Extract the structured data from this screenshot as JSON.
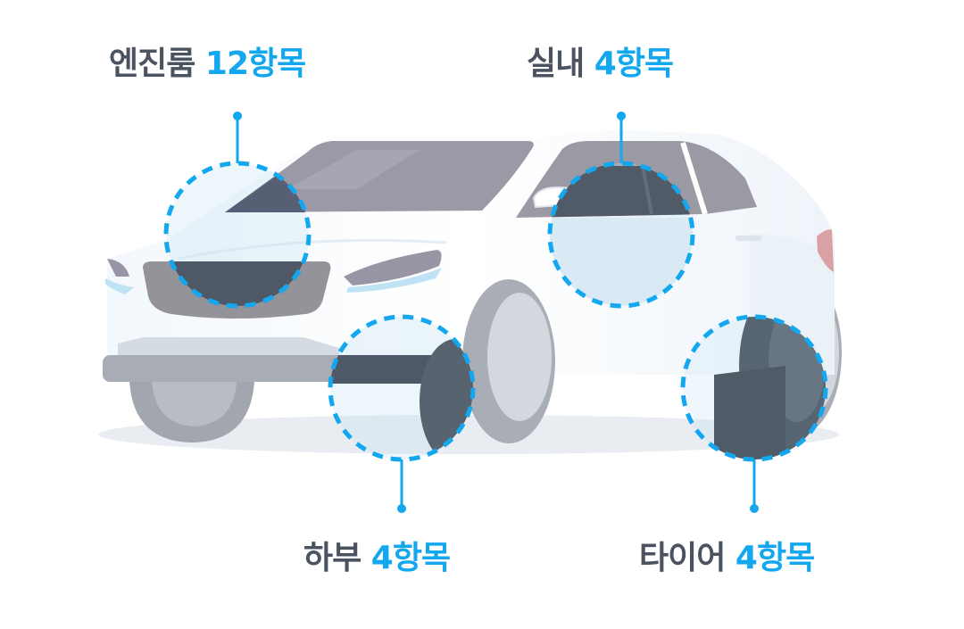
{
  "accent_color": "#12a7ee",
  "text_color": "#4b5361",
  "callouts": [
    {
      "name": "엔진룸",
      "count": "12항목"
    },
    {
      "name": "실내",
      "count": "4항목"
    },
    {
      "name": "하부",
      "count": "4항목"
    },
    {
      "name": "타이어",
      "count": "4항목"
    }
  ]
}
